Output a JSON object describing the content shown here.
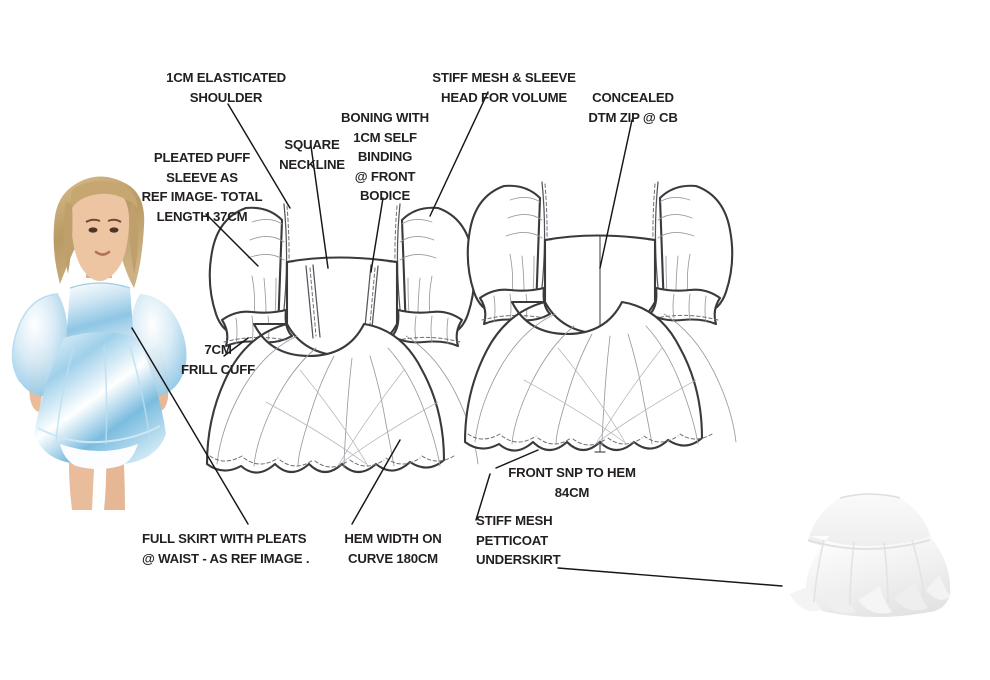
{
  "document": {
    "type": "garment-technical-specification-sheet",
    "background_color": "#ffffff",
    "text_color": "#231f20",
    "line_color": "#1a1a1a"
  },
  "annotations": [
    {
      "id": "elasticated-shoulder",
      "text": "1CM ELASTICATED\nSHOULDER"
    },
    {
      "id": "pleated-puff-sleeve",
      "text": "PLEATED PUFF\nSLEEVE AS\nREF IMAGE- TOTAL\nLENGTH 37CM"
    },
    {
      "id": "square-neckline",
      "text": "SQUARE\nNECKLINE"
    },
    {
      "id": "boning-front-bodice",
      "text": "BONING WITH\n1CM SELF\nBINDING\n@ FRONT\nBODICE"
    },
    {
      "id": "stiff-mesh-sleeve-head",
      "text": "STIFF MESH & SLEEVE\nHEAD FOR VOLUME"
    },
    {
      "id": "concealed-zip",
      "text": "CONCEALED\nDTM ZIP @ CB"
    },
    {
      "id": "frill-cuff",
      "text": "7CM\nFRILL CUFF"
    },
    {
      "id": "full-skirt-pleats",
      "text": "FULL SKIRT WITH PLEATS\n@ WAIST - AS REF IMAGE ."
    },
    {
      "id": "hem-width",
      "text": "HEM WIDTH ON\nCURVE 180CM"
    },
    {
      "id": "front-snp-to-hem",
      "text": "FRONT SNP TO HEM\n84CM"
    },
    {
      "id": "stiff-mesh-petticoat",
      "text": "STIFF MESH\nPETTICOAT\nUNDERSKIRT"
    }
  ],
  "images": {
    "model": {
      "name": "reference-model-photo",
      "description": "Model wearing blue cloud-print organza puff sleeve mini dress",
      "dress_color": "#a9d4ea",
      "dress_highlight": "#ffffff",
      "skin_color": "#e8bb9a",
      "hair_color": "#c9a876"
    },
    "petticoat": {
      "name": "petticoat-reference-photo",
      "description": "White stiff mesh tulle petticoat underskirt",
      "color": "#f2f2f2"
    }
  },
  "flats": {
    "front": {
      "name": "front-technical-flat",
      "view": "FRONT"
    },
    "back": {
      "name": "back-technical-flat",
      "view": "BACK"
    }
  }
}
